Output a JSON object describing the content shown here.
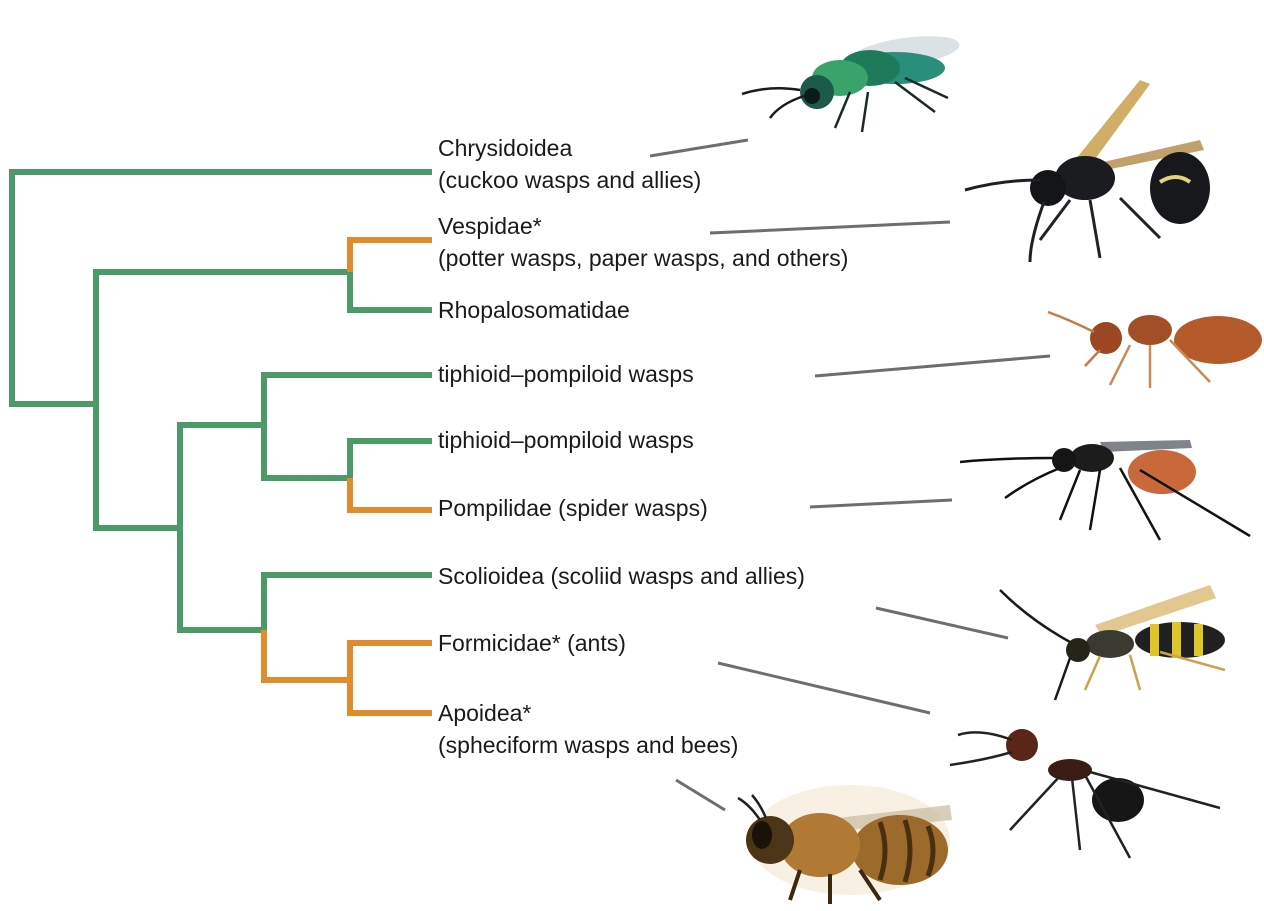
{
  "colors": {
    "green": "#4c9a6a",
    "orange": "#e08b2c",
    "connector": "#6e6e6e"
  },
  "taxa": [
    {
      "name": "Chrysidoidea",
      "common": "(cuckoo wasps and allies)",
      "starred": false
    },
    {
      "name": "Vespidae*",
      "common": "(potter wasps, paper wasps, and others)",
      "starred": true
    },
    {
      "name": "Rhopalosomatidae",
      "common": "",
      "starred": false
    },
    {
      "name": "tiphioid–pompiloid wasps",
      "common": "",
      "starred": false
    },
    {
      "name": "tiphioid–pompiloid wasps",
      "common": "",
      "starred": false
    },
    {
      "name": "Pompilidae (spider wasps)",
      "common": "",
      "starred": false
    },
    {
      "name": "Scolioidea (scoliid wasps and allies)",
      "common": "",
      "starred": false
    },
    {
      "name": "Formicidae* (ants)",
      "common": "",
      "starred": true
    },
    {
      "name": "Apoidea*",
      "common": "(spheciform wasps and bees)",
      "starred": true
    }
  ],
  "insect_images": [
    {
      "icon": "cuckoo-wasp-icon",
      "depicts": "Chrysidoidea"
    },
    {
      "icon": "potter-wasp-icon",
      "depicts": "Vespidae*"
    },
    {
      "icon": "velvet-ant-icon",
      "depicts": "tiphioid–pompiloid wasps"
    },
    {
      "icon": "spider-wasp-icon",
      "depicts": "Pompilidae (spider wasps)"
    },
    {
      "icon": "scoliid-wasp-icon",
      "depicts": "Scolioidea (scoliid wasps and allies)"
    },
    {
      "icon": "ant-icon",
      "depicts": "Formicidae* (ants)"
    },
    {
      "icon": "honey-bee-icon",
      "depicts": "Apoidea*"
    }
  ]
}
